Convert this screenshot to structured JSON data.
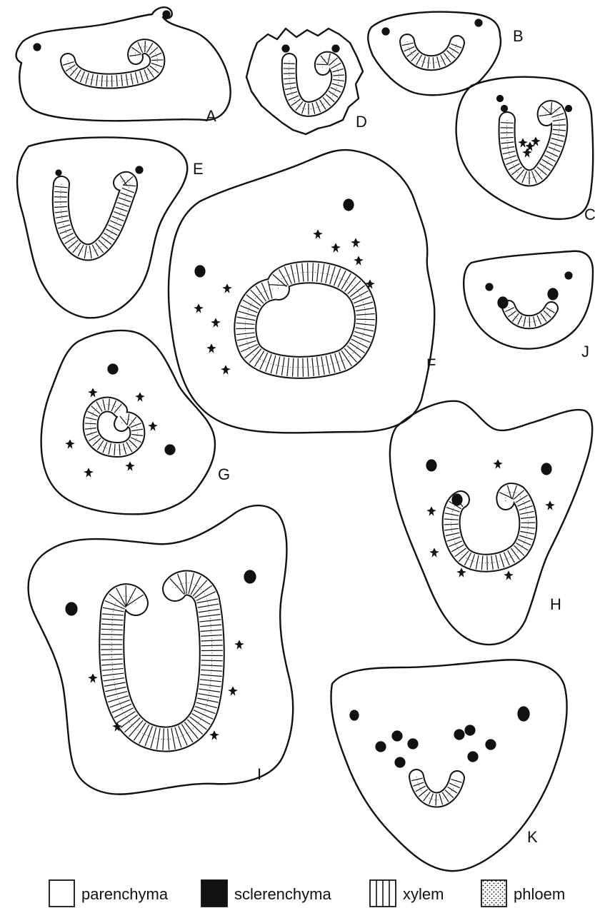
{
  "panels": [
    {
      "id": "A",
      "label": "A"
    },
    {
      "id": "B",
      "label": "B"
    },
    {
      "id": "C",
      "label": "C"
    },
    {
      "id": "D",
      "label": "D"
    },
    {
      "id": "E",
      "label": "E"
    },
    {
      "id": "F",
      "label": "F"
    },
    {
      "id": "G",
      "label": "G"
    },
    {
      "id": "H",
      "label": "H"
    },
    {
      "id": "I",
      "label": "I"
    },
    {
      "id": "J",
      "label": "J"
    },
    {
      "id": "K",
      "label": "K"
    }
  ],
  "legend": [
    {
      "key": "parenchyma",
      "label": "parenchyma",
      "swatch": "white"
    },
    {
      "key": "sclerenchyma",
      "label": "sclerenchyma",
      "swatch": "black"
    },
    {
      "key": "xylem",
      "label": "xylem",
      "swatch": "vertical-lines"
    },
    {
      "key": "phloem",
      "label": "phloem",
      "swatch": "dots"
    }
  ],
  "colors": {
    "ink": "#111111",
    "background": "#ffffff"
  }
}
